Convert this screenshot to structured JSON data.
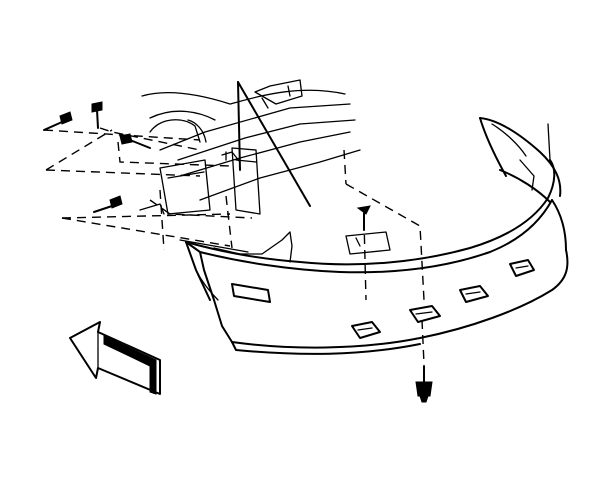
{
  "diagram": {
    "subject": "rear-bumper-fascia-removal",
    "colors": {
      "line": "#000000",
      "background": "#ffffff"
    },
    "parts": [
      {
        "id": "vehicle-rear-body",
        "icon": "body-outline"
      },
      {
        "id": "bumper-fascia",
        "icon": "fascia-outline"
      },
      {
        "id": "fascia-bolts-left",
        "icon": "bolt-icon",
        "count": 4
      },
      {
        "id": "fascia-bolt-top",
        "icon": "bolt-icon",
        "count": 1
      },
      {
        "id": "fascia-bolt-bottom",
        "icon": "bolt-icon",
        "count": 1
      },
      {
        "id": "fascia-retainer-tabs",
        "icon": "tab-icon",
        "count": 4
      },
      {
        "id": "view-direction-arrow",
        "icon": "arrow-icon"
      }
    ]
  }
}
